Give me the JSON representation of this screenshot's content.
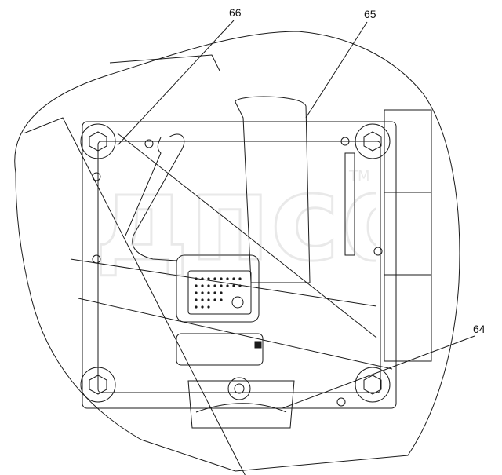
{
  "callouts": [
    {
      "id": "66",
      "label": "66"
    },
    {
      "id": "65",
      "label": "65"
    },
    {
      "id": "64",
      "label": "64"
    }
  ],
  "watermark": {
    "text": "дпсф",
    "mark": "TM"
  },
  "colors": {
    "line": "#1a1a1a",
    "watermark": "#b0b0b0"
  }
}
